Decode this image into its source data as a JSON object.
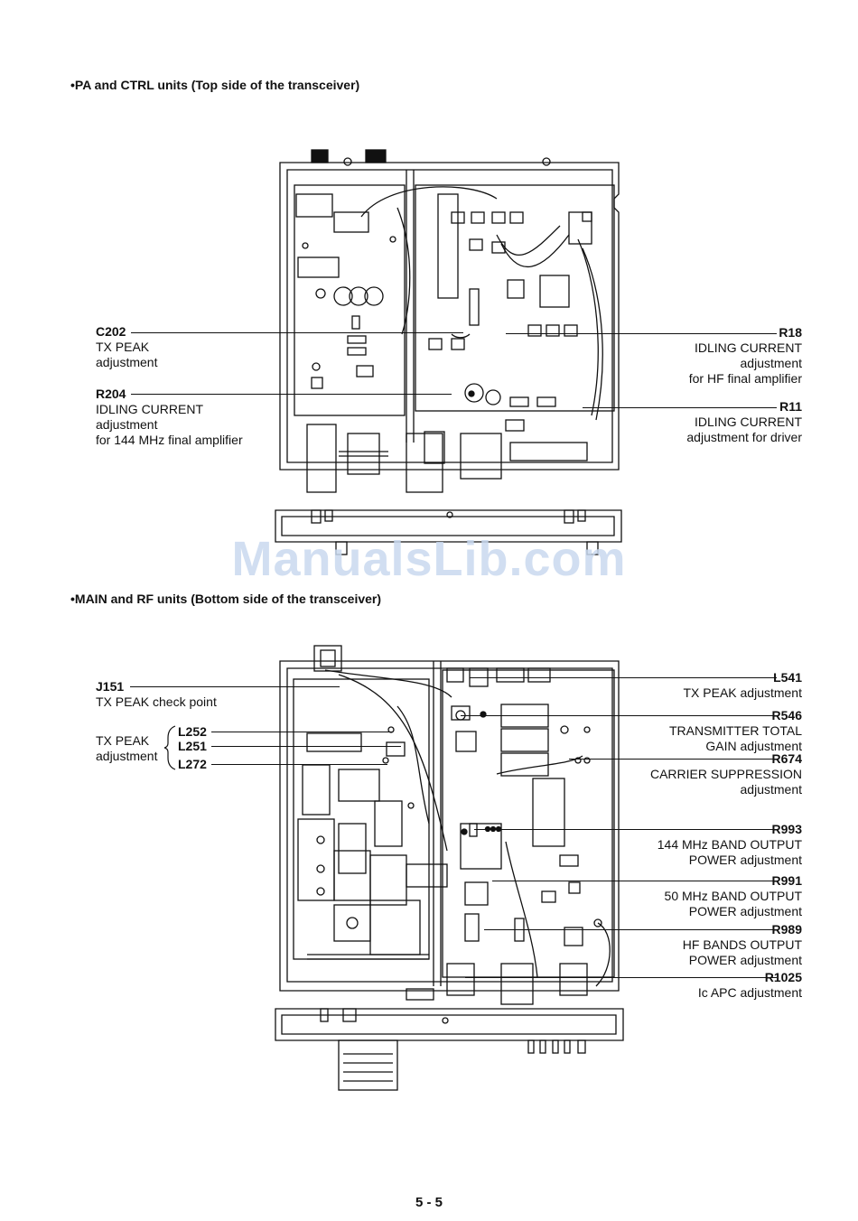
{
  "page": {
    "page_number": "5 - 5",
    "watermark": "ManualsLib.com"
  },
  "sections": {
    "top": {
      "heading": "•PA and CTRL units (Top side of the transceiver)",
      "callouts": {
        "c202": {
          "ref": "C202",
          "lines": [
            "TX PEAK",
            "adjustment"
          ]
        },
        "r204": {
          "ref": "R204",
          "lines": [
            "IDLING CURRENT",
            "adjustment",
            "for 144 MHz final amplifier"
          ]
        },
        "r18": {
          "ref": "R18",
          "lines": [
            "IDLING CURRENT",
            "adjustment",
            "for HF final amplifier"
          ]
        },
        "r11": {
          "ref": "R11",
          "lines": [
            "IDLING CURRENT",
            "adjustment for driver"
          ]
        }
      }
    },
    "bottom": {
      "heading": "•MAIN and RF units (Bottom side of the transceiver)",
      "callouts": {
        "j151": {
          "ref": "J151",
          "lines": [
            "TX PEAK check point"
          ]
        },
        "txpeak_group": {
          "lines": [
            "TX PEAK",
            "adjustment"
          ],
          "refs": [
            "L252",
            "L251",
            "L272"
          ]
        },
        "l541": {
          "ref": "L541",
          "lines": [
            "TX PEAK adjustment"
          ]
        },
        "r546": {
          "ref": "R546",
          "lines": [
            "TRANSMITTER TOTAL",
            "GAIN adjustment"
          ]
        },
        "r674": {
          "ref": "R674",
          "lines": [
            "CARRIER SUPPRESSION",
            "adjustment"
          ]
        },
        "r993": {
          "ref": "R993",
          "lines": [
            "144 MHz BAND OUTPUT",
            "POWER adjustment"
          ]
        },
        "r991": {
          "ref": "R991",
          "lines": [
            "50 MHz BAND OUTPUT",
            "POWER adjustment"
          ]
        },
        "r989": {
          "ref": "R989",
          "lines": [
            "HF BANDS OUTPUT",
            "POWER adjustment"
          ]
        },
        "r1025": {
          "ref": "R1025",
          "lines": [
            "Ic APC adjustment"
          ]
        }
      }
    }
  }
}
